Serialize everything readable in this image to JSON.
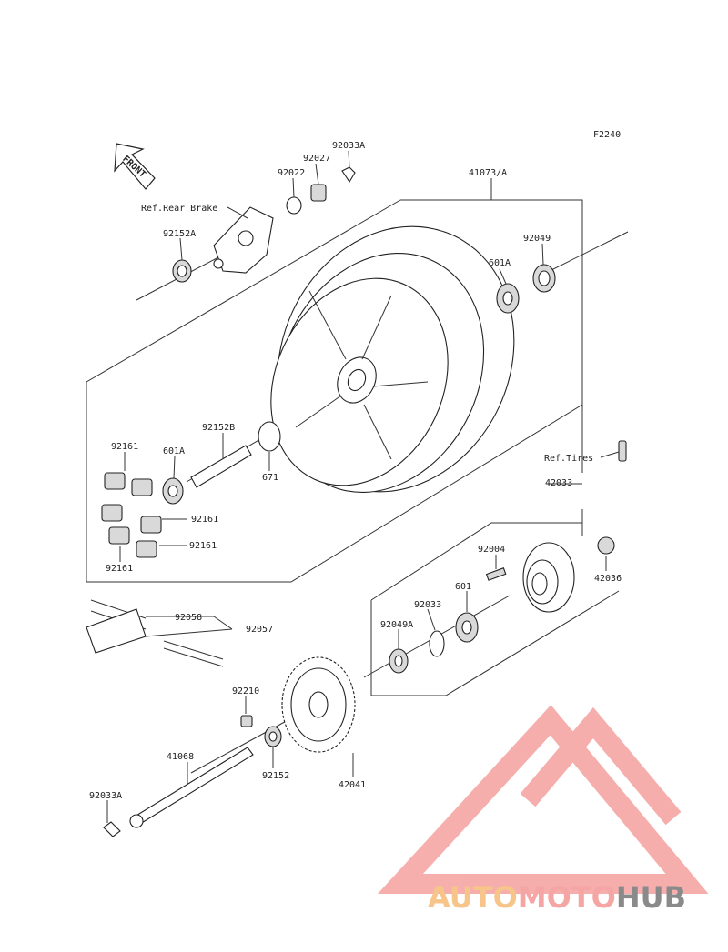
{
  "figure_code": "F2240",
  "front_label": "FRONT",
  "refs": {
    "rear_brake": "Ref.Rear Brake",
    "tires": "Ref.Tires"
  },
  "parts": {
    "p92033A_top": "92033A",
    "p92027": "92027",
    "p92022": "92022",
    "p41073A": "41073/A",
    "p92152A": "92152A",
    "p92049": "92049",
    "p601A_right": "601A",
    "p92152B": "92152B",
    "p92161_a": "92161",
    "p601A_left": "601A",
    "p671": "671",
    "p92161_b": "92161",
    "p92161_c": "92161",
    "p92161_d": "92161",
    "p42033": "42033",
    "p92004": "92004",
    "p42036": "42036",
    "p92033": "92033",
    "p601": "601",
    "p92058": "92058",
    "p92057": "92057",
    "p92049A": "92049A",
    "p92210": "92210",
    "p41068": "41068",
    "p92152": "92152",
    "p42041": "42041",
    "p92033A_bottom": "92033A"
  },
  "watermark": {
    "part1": "AUTO",
    "part2": "MOTO",
    "part3": "HUB",
    "colors": {
      "orange": "#f7c58a",
      "pink": "#f5a6a4",
      "gray": "#8a8a8a"
    }
  }
}
